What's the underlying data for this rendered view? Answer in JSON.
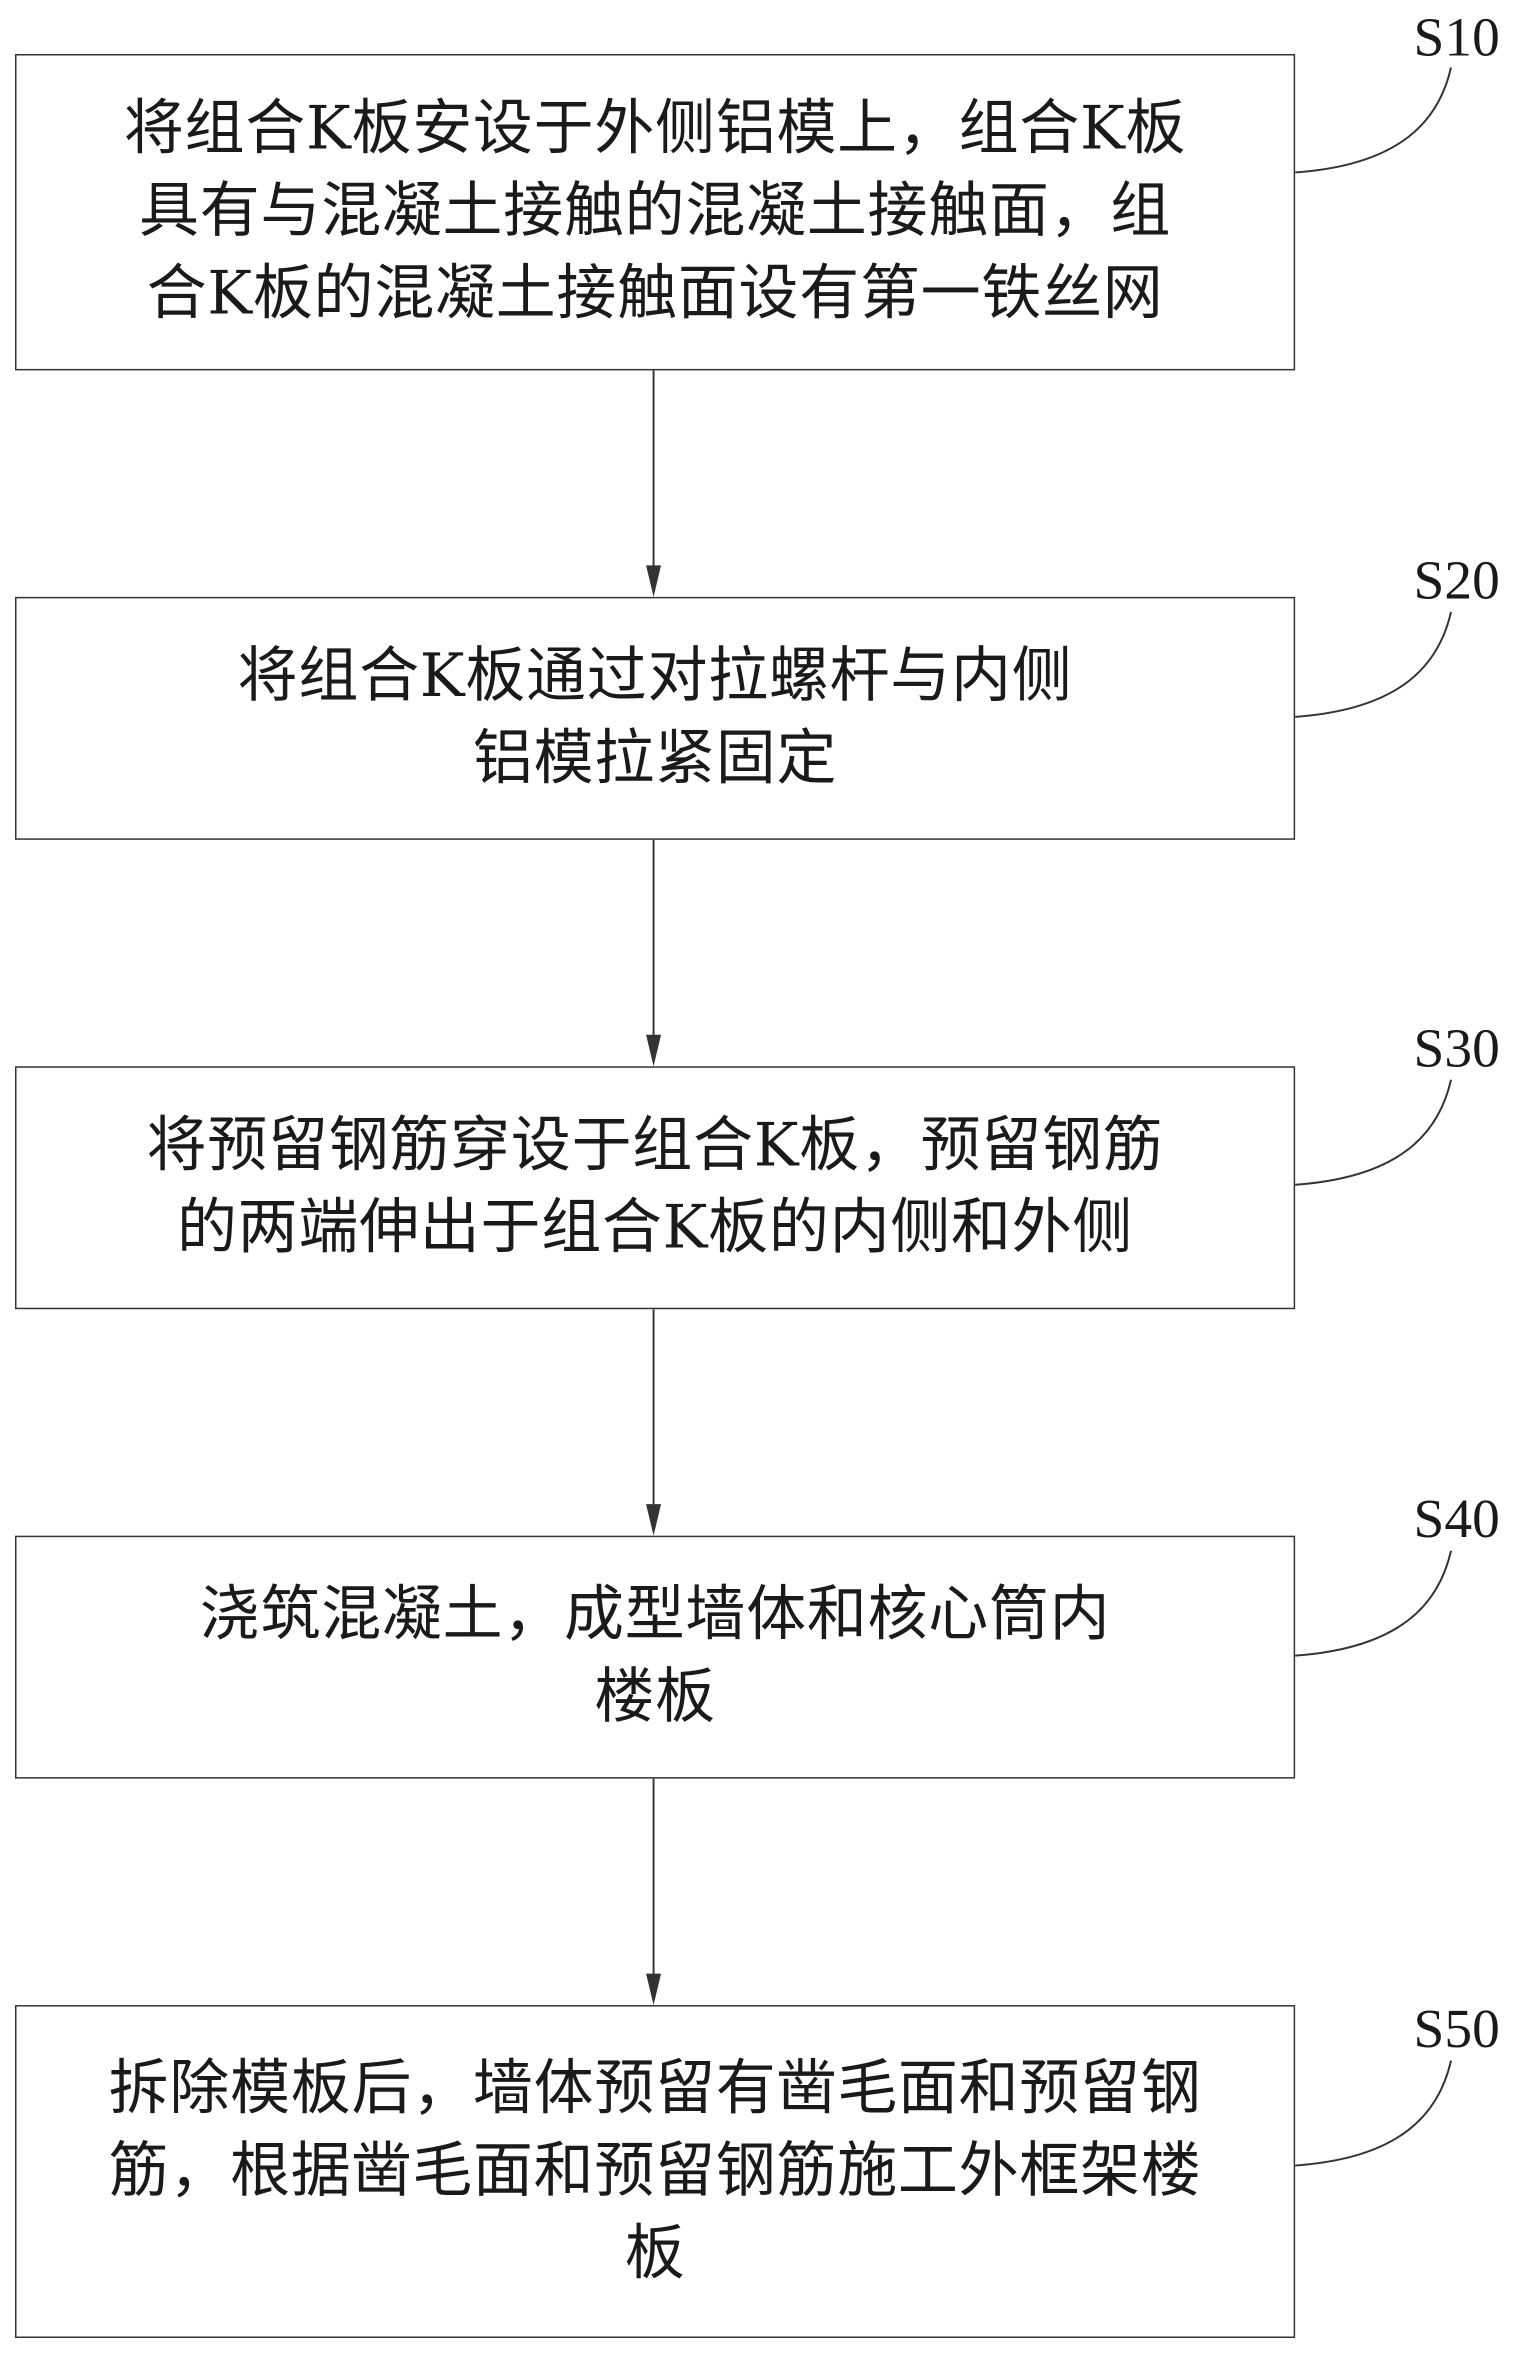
{
  "flowchart": {
    "steps": [
      {
        "label": "S10",
        "lines": [
          "将组合K板安设于外侧铝模上，组合K板",
          "具有与混凝土接触的混凝土接触面，组",
          "合K板的混凝土接触面设有第一铁丝网"
        ]
      },
      {
        "label": "S20",
        "lines": [
          "将组合K板通过对拉螺杆与内侧",
          "铝模拉紧固定"
        ]
      },
      {
        "label": "S30",
        "lines": [
          "将预留钢筋穿设于组合K板，预留钢筋",
          "的两端伸出于组合K板的内侧和外侧"
        ]
      },
      {
        "label": "S40",
        "lines": [
          "浇筑混凝土，成型墙体和核心筒内",
          "楼板"
        ]
      },
      {
        "label": "S50",
        "lines": [
          "拆除模板后，墙体预留有凿毛面和预留钢",
          "筋，根据凿毛面和预留钢筋施工外框架楼",
          "板"
        ]
      }
    ]
  }
}
